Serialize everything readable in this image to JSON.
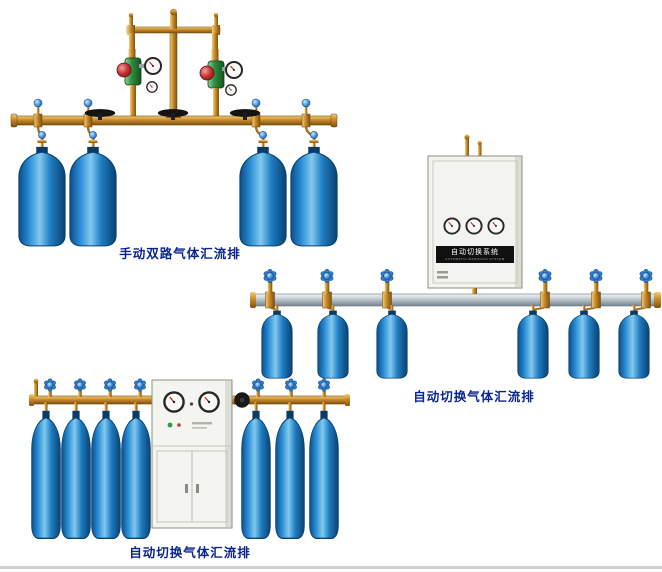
{
  "page": {
    "background": "#ffffff"
  },
  "captions": {
    "manual_dual": "手动双路气体汇流排",
    "auto_switch_wall": "自动切换气体汇流排",
    "auto_switch_floor": "自动切换气体汇流排"
  },
  "cabinet_plate": {
    "title": "自动切换系统",
    "subtitle": "AUTOMATIC MANIFOLD SYSTEM"
  },
  "colors": {
    "caption": "#0a2490",
    "cylinder_blue": "#1f7dc2",
    "brass": "#c8892b",
    "silver_pipe": "#b4bfc7",
    "cabinet_body": "#f3f3ef",
    "name_plate": "#101010",
    "regulator_green": "#2f8f42",
    "handwheel_black": "#141414",
    "knob_blue": "#3f8ed8"
  }
}
